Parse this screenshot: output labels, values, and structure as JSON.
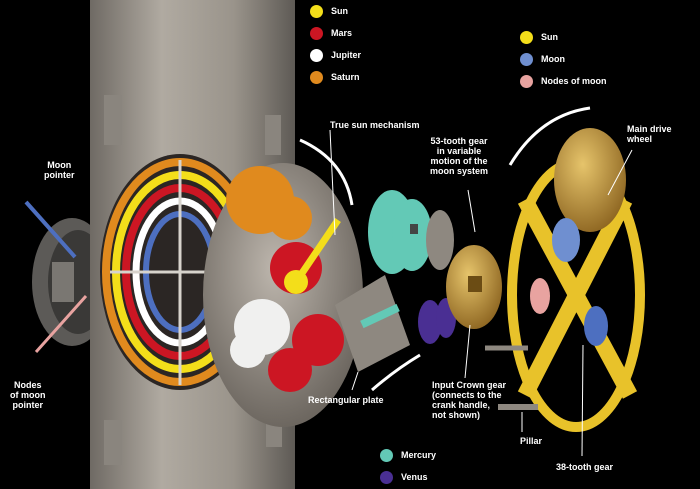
{
  "legend_planets": [
    {
      "label": "Sun",
      "color": "#f3de1a"
    },
    {
      "label": "Mars",
      "color": "#cc1623"
    },
    {
      "label": "Jupiter",
      "color": "#ffffff"
    },
    {
      "label": "Saturn",
      "color": "#e08a1e"
    }
  ],
  "legend_moon": [
    {
      "label": "Sun",
      "color": "#f3de1a"
    },
    {
      "label": "Moon",
      "color": "#6f8fd0"
    },
    {
      "label": "Nodes of moon",
      "color": "#e8a3a0"
    }
  ],
  "legend_inner": [
    {
      "label": "Mercury",
      "color": "#63c9b6"
    },
    {
      "label": "Venus",
      "color": "#4a2f93"
    }
  ],
  "labels": {
    "moon_pointer": "Moon\npointer",
    "nodes_pointer": "Nodes\nof moon\npointer",
    "true_sun": "True sun mechanism",
    "gear53": "53-tooth gear\nin variable\nmotion of the\nmoon system",
    "main_drive": "Main drive\nwheel",
    "rect_plate": "Rectangular plate",
    "crown_gear": "Input Crown gear\n(connects to the\ncrank handle,\nnot shown)",
    "pillar": "Pillar",
    "gear38": "38-tooth gear"
  },
  "colors": {
    "background": "#000000",
    "plate": "#a39c92",
    "brass": "#c89b3b",
    "gear_gold": "#e8c22a"
  }
}
